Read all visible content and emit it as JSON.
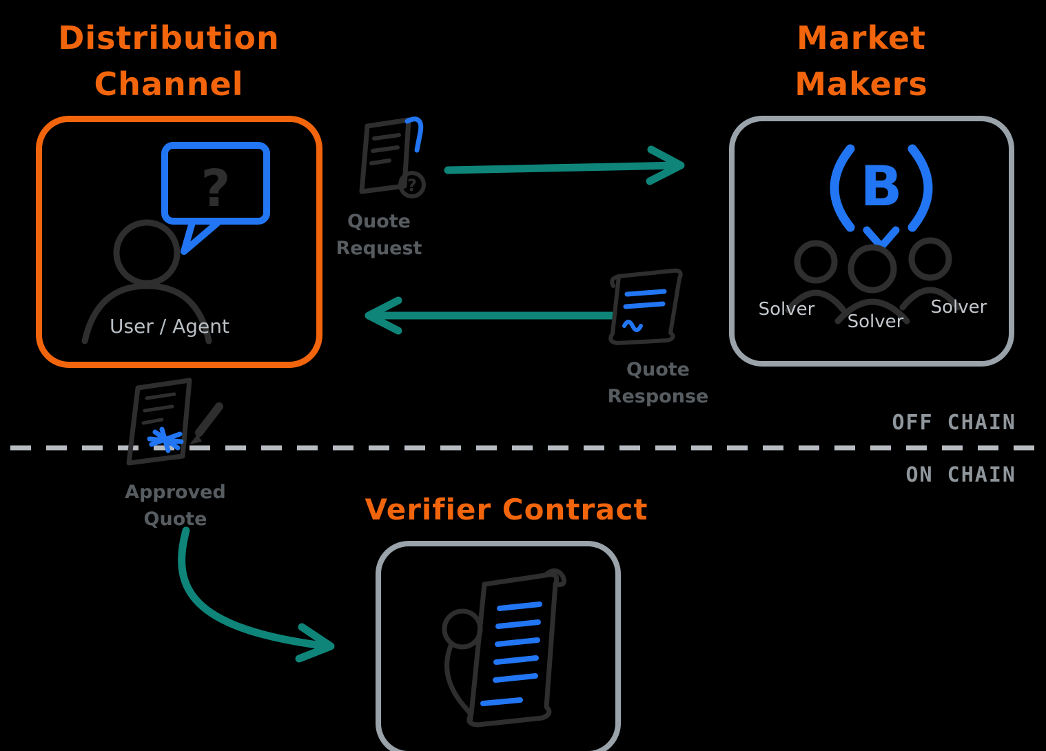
{
  "colors": {
    "background": "#000000",
    "orange": "#f2650c",
    "blue": "#2276f4",
    "teal": "#0f857a",
    "box_gray": "#9aa2aa",
    "icon_dark": "#2e2e2e",
    "label_light": "#b9bfc5",
    "label_mid": "#575c61",
    "chain_gray": "#8f969c",
    "dash_gray": "#b6bcc2"
  },
  "distribution": {
    "title_line1": "Distribution",
    "title_line2": "Channel",
    "caption": "User / Agent",
    "bubble_glyph": "?"
  },
  "market_makers": {
    "title_line1": "Market",
    "title_line2": "Makers",
    "logo_glyph": "B",
    "solvers": [
      "Solver",
      "Solver",
      "Solver"
    ]
  },
  "flows": {
    "quote_request": {
      "line1": "Quote",
      "line2": "Request",
      "badge_glyph": "?"
    },
    "quote_response": {
      "line1": "Quote",
      "line2": "Response"
    },
    "approved_quote": {
      "line1": "Approved",
      "line2": "Quote"
    }
  },
  "chain": {
    "off_label": "OFF CHAIN",
    "on_label": "ON CHAIN"
  },
  "verifier": {
    "title": "Verifier Contract"
  }
}
